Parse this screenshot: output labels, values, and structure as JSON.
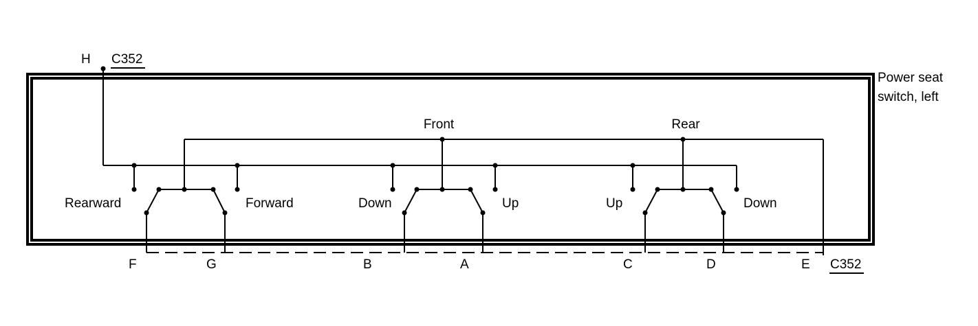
{
  "component": {
    "label_line1": "Power seat",
    "label_line2": "switch, left"
  },
  "connector_top": {
    "pin": "H",
    "name": "C352"
  },
  "connector_bottom": {
    "name": "C352"
  },
  "pins": [
    "F",
    "G",
    "B",
    "A",
    "C",
    "D",
    "E"
  ],
  "switches": {
    "horizontal": {
      "left": "Rearward",
      "right": "Forward"
    },
    "front": {
      "title": "Front",
      "left": "Down",
      "right": "Up"
    },
    "rear": {
      "title": "Rear",
      "left": "Up",
      "right": "Down"
    }
  }
}
